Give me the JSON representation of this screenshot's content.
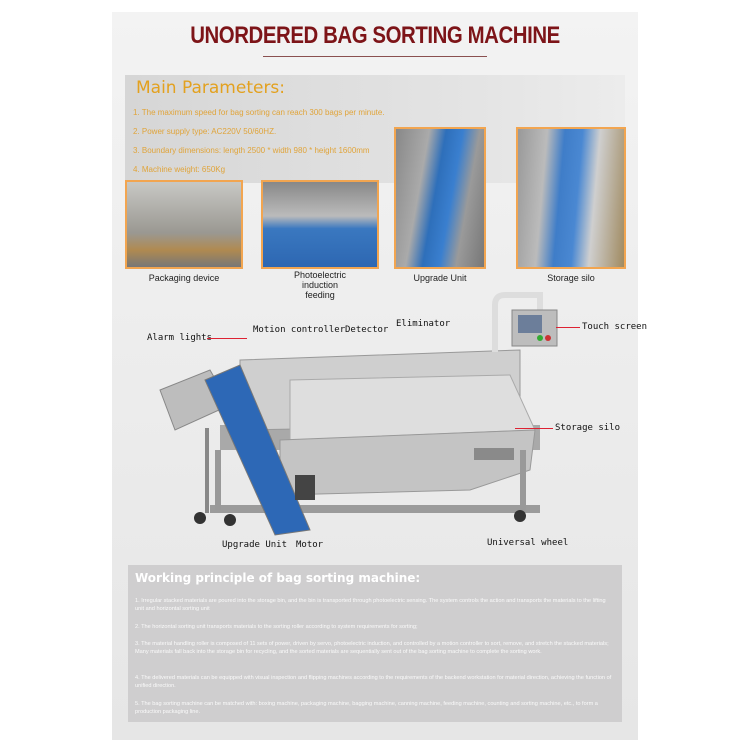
{
  "title": "UNORDERED BAG SORTING MACHINE",
  "main_parameters": {
    "heading": "Main Parameters:",
    "items": [
      "1. The maximum speed for bag sorting can reach 300 bags per minute.",
      "2. Power supply type: AC220V 50/60HZ.",
      "3. Boundary dimensions: length 2500 * width 980 * height 1600mm",
      "4. Machine weight: 650Kg"
    ]
  },
  "photos": [
    {
      "caption": "Packaging device"
    },
    {
      "caption": "Photoelectric induction feeding"
    },
    {
      "caption": "Upgrade Unit"
    },
    {
      "caption": "Storage silo"
    }
  ],
  "machine_labels": {
    "alarm": "Alarm lights",
    "motion": "Motion controller",
    "detector": "Detector",
    "eliminator": "Eliminator",
    "touch": "Touch screen",
    "silo": "Storage silo",
    "upgrade": "Upgrade Unit",
    "motor": "Motor",
    "wheel": "Universal wheel"
  },
  "working": {
    "heading": "Working principle of bag sorting machine:",
    "items": [
      "1. Irregular stacked materials are poured into the storage bin, and the bin is transported through photoelectric sensing. The system controls the action and transports the materials to the lifting unit and horizontal sorting unit",
      "2. The horizontal sorting unit transports materials to the sorting roller according to system requirements for sorting;",
      "3. The material handling roller is composed of 11 sets of power, driven by servo, photoelectric induction, and controlled by a motion controller to sort, remove, and stretch the stacked materials; Many materials fall back into the storage bin for recycling, and the sorted materials are sequentially sent out of the bag sorting machine to complete the sorting work.",
      "4. The delivered materials can be equipped with visual inspection and flipping machines according to the requirements of the backend workstation for material direction, achieving the function of unified direction.",
      "5. The bag sorting machine can be matched with: boxing machine, packaging machine, bagging machine, canning machine, feeding machine, counting and sorting machine, etc., to form a production packaging line."
    ]
  },
  "colors": {
    "title": "#7d1418",
    "params": "#e3a11f",
    "photo_border": "#f2a550",
    "label_line": "#dd2233"
  }
}
